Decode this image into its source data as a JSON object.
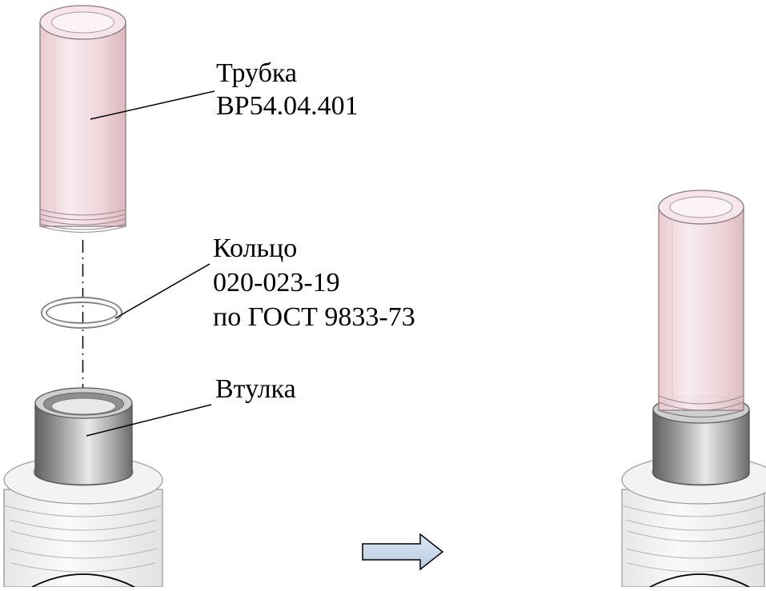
{
  "labels": {
    "tube": {
      "line1": "Трубка",
      "line2": "ВР54.04.401"
    },
    "ring": {
      "line1": "Кольцо",
      "line2": "020-023-19",
      "line3": "по ГОСТ 9833-73"
    },
    "sleeve": {
      "line1": "Втулка"
    }
  },
  "colors": {
    "tube_fill": "#f3dde2",
    "tube_stroke": "#8a7b80",
    "sleeve_light": "#e6e6e6",
    "sleeve_dark": "#7d7d7d",
    "arrow_fill": "#c9d7ea",
    "line": "#000000"
  }
}
